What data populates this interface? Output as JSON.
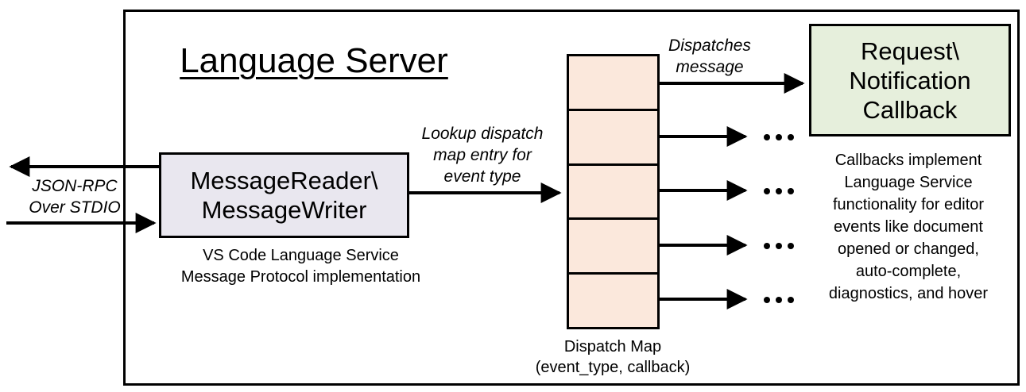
{
  "title": "Language Server",
  "io_label": {
    "line1": "JSON-RPC",
    "line2": "Over STDIO"
  },
  "message_box": {
    "line1": "MessageReader\\",
    "line2": "MessageWriter"
  },
  "message_caption": {
    "line1": "VS Code Language Service",
    "line2": "Message Protocol implementation"
  },
  "lookup_label": {
    "line1": "Lookup dispatch",
    "line2": "map entry for",
    "line3": "event type"
  },
  "dispatch_label": {
    "line1": "Dispatches",
    "line2": "message"
  },
  "dispatch_map": {
    "cell_count": 5,
    "caption_line1": "Dispatch Map",
    "caption_line2": "(event_type, callback)"
  },
  "callback_box": {
    "line1": "Request\\",
    "line2": "Notification",
    "line3": "Callback"
  },
  "callback_note": {
    "line1": "Callbacks implement",
    "line2": "Language Service",
    "line3": "functionality for editor",
    "line4": "events like document",
    "line5": "opened or changed,",
    "line6": "auto-complete,",
    "line7": "diagnostics, and hover"
  },
  "ellipsis": "...",
  "colors": {
    "message_box_fill": "#E9E7EF",
    "callback_box_fill": "#E6EFDC",
    "dispatch_cell_fill": "#FBE8DC",
    "line_color": "#000000",
    "background": "#FFFFFF"
  }
}
